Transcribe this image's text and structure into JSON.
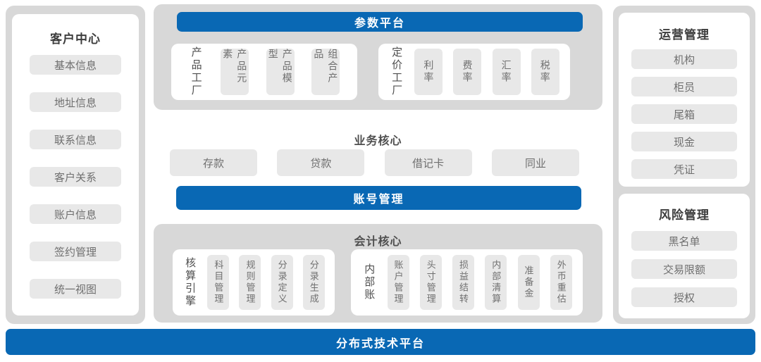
{
  "colors": {
    "blue": "#0968b4",
    "panel_gray": "#d8d8d8",
    "card_white": "#ffffff",
    "item_gray": "#e8e8e8",
    "heading_text": "#3d3d3d",
    "item_text": "#6f6f6f"
  },
  "left_panel": {
    "title": "客户中心",
    "items": [
      "基本信息",
      "地址信息",
      "联系信息",
      "客户关系",
      "账户信息",
      "签约管理",
      "统一视图"
    ]
  },
  "center": {
    "param_platform": {
      "title": "参数平台",
      "groups": [
        {
          "label": "产品工厂",
          "items": [
            "产品元素",
            "产品模型",
            "组合产品"
          ]
        },
        {
          "label": "定价工厂",
          "items": [
            "利率",
            "费率",
            "汇率",
            "税率"
          ]
        }
      ]
    },
    "business_core": {
      "title": "业务核心",
      "items": [
        "存款",
        "贷款",
        "借记卡",
        "同业"
      ]
    },
    "account_management": {
      "title": "账号管理"
    },
    "accounting_core": {
      "title": "会计核心",
      "groups": [
        {
          "label": "核算引擎",
          "items": [
            "科目管理",
            "规则管理",
            "分录定义",
            "分录生成"
          ]
        },
        {
          "label": "内部账",
          "items": [
            "账户管理",
            "头寸管理",
            "损益结转",
            "内部清算",
            "准备金",
            "外币重估"
          ]
        }
      ]
    }
  },
  "right_panel": {
    "operations": {
      "title": "运营管理",
      "items": [
        "机构",
        "柜员",
        "尾箱",
        "现金",
        "凭证"
      ]
    },
    "risk": {
      "title": "风险管理",
      "items": [
        "黑名单",
        "交易限额",
        "授权"
      ]
    }
  },
  "bottom_bar": {
    "title": "分布式技术平台"
  }
}
